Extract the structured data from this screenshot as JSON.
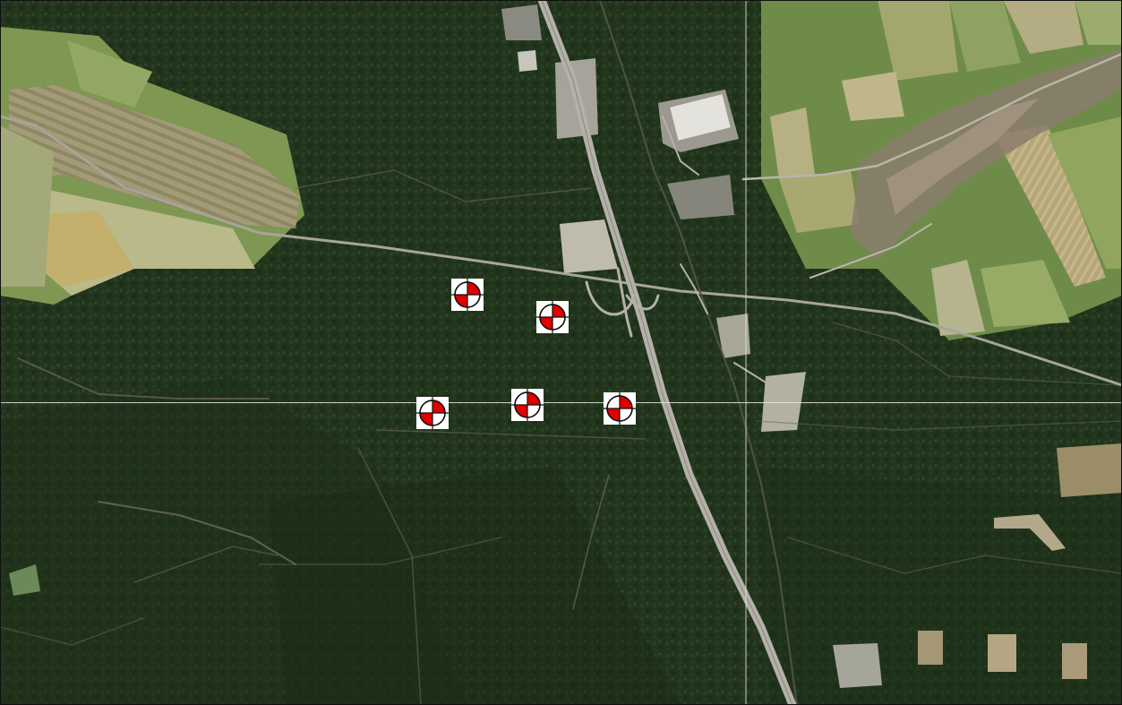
{
  "map": {
    "layer": "aerial-imagery",
    "grid_lines": true,
    "markers": [
      {
        "id": "survey-point-1",
        "icon": "survey-benchmark-icon"
      },
      {
        "id": "survey-point-2",
        "icon": "survey-benchmark-icon"
      },
      {
        "id": "survey-point-3",
        "icon": "survey-benchmark-icon"
      },
      {
        "id": "survey-point-4",
        "icon": "survey-benchmark-icon"
      },
      {
        "id": "survey-point-5",
        "icon": "survey-benchmark-icon"
      }
    ],
    "colors": {
      "forest": "#24391f",
      "field_light": "#b9b98a",
      "field_green": "#7a9651",
      "road": "#b4b1a8",
      "marker_red": "#e00000",
      "marker_white": "#ffffff",
      "grid": "#e8e8e8"
    }
  }
}
